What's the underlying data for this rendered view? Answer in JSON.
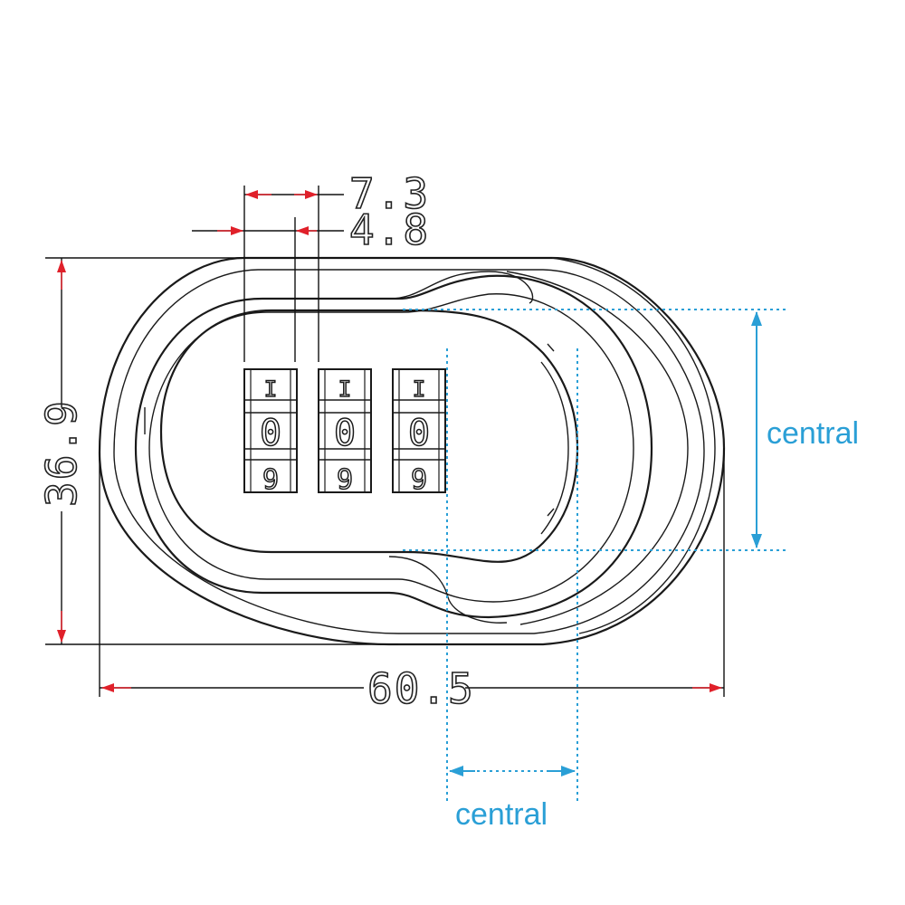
{
  "dimensions": {
    "wheel_pitch": "7.3",
    "wheel_width": "4.8",
    "height": "36.9",
    "width": "60.5"
  },
  "annotations": {
    "central_vertical": "central",
    "central_horizontal": "central"
  },
  "wheels": [
    {
      "top": "I",
      "middle": "0",
      "bottom": "9"
    },
    {
      "top": "I",
      "middle": "0",
      "bottom": "9"
    },
    {
      "top": "I",
      "middle": "0",
      "bottom": "9"
    }
  ],
  "colors": {
    "dimension_arrow": "#e0202a",
    "annotation_blue": "#2a9fd6",
    "line": "#1a1a1a"
  }
}
